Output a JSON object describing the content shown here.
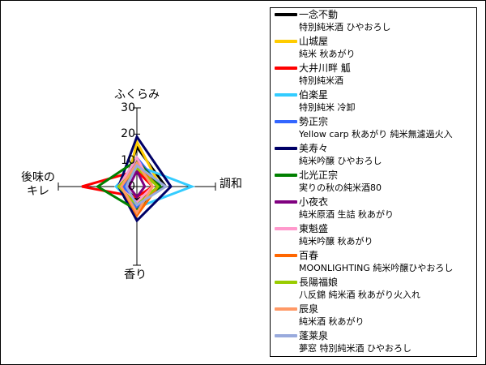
{
  "chart_data": {
    "type": "radar",
    "axes": [
      "ふくらみ",
      "調和",
      "香り",
      "後味のキレ"
    ],
    "axis_label_left_lines": [
      "後味の",
      "キレ"
    ],
    "ticks": [
      "30",
      "20",
      "10",
      "0"
    ],
    "range": [
      0,
      30
    ],
    "legend_position": "right",
    "series": [
      {
        "name": "一念不動",
        "sub": "特別純米酒 ひやおろし",
        "color": "#000000",
        "values": [
          15,
          11,
          5,
          5
        ]
      },
      {
        "name": "山城屋",
        "sub": "純米 秋あがり",
        "color": "#ffcc00",
        "values": [
          17,
          9,
          9,
          4
        ]
      },
      {
        "name": "大井川畔 觚",
        "sub": "特別純米酒",
        "color": "#ff0000",
        "values": [
          6,
          6,
          4,
          21
        ]
      },
      {
        "name": "伯楽星",
        "sub": "特別純米 冷卸",
        "color": "#33ccff",
        "values": [
          8,
          21,
          8,
          8
        ]
      },
      {
        "name": "勢正宗",
        "sub": "Yellow carp 秋あがり 純米無濾過火入",
        "color": "#3366ff",
        "values": [
          11,
          9,
          8,
          5
        ]
      },
      {
        "name": "美寿々",
        "sub": "純米吟醸 ひやおろし",
        "color": "#000066",
        "values": [
          19,
          13,
          13,
          7
        ]
      },
      {
        "name": "北光正宗",
        "sub": "実りの秋の純米酒80",
        "color": "#008000",
        "values": [
          10,
          9,
          9,
          15
        ]
      },
      {
        "name": "小夜衣",
        "sub": "純米原酒 生詰 秋あがり",
        "color": "#800080",
        "values": [
          6,
          3,
          4,
          3
        ]
      },
      {
        "name": "東魁盛",
        "sub": "純米吟醸 秋あがり",
        "color": "#ff99cc",
        "values": [
          11,
          6,
          6,
          7
        ]
      },
      {
        "name": "百春",
        "sub": "MOONLIGHTING 純米吟醸ひやおろし",
        "color": "#ff6600",
        "values": [
          8,
          8,
          11,
          6
        ]
      },
      {
        "name": "長陽福娘",
        "sub": "八反錦 純米酒 秋あがり火入れ",
        "color": "#99cc00",
        "values": [
          7,
          8,
          7,
          7
        ]
      },
      {
        "name": "辰泉",
        "sub": "純米酒 秋あがり",
        "color": "#ff9966",
        "values": [
          9,
          6,
          10,
          6
        ]
      },
      {
        "name": "蓬莱泉",
        "sub": "夢窓 特別純米酒 ひやおろし",
        "color": "#99aadd",
        "values": [
          8,
          11,
          7,
          4
        ]
      }
    ]
  }
}
